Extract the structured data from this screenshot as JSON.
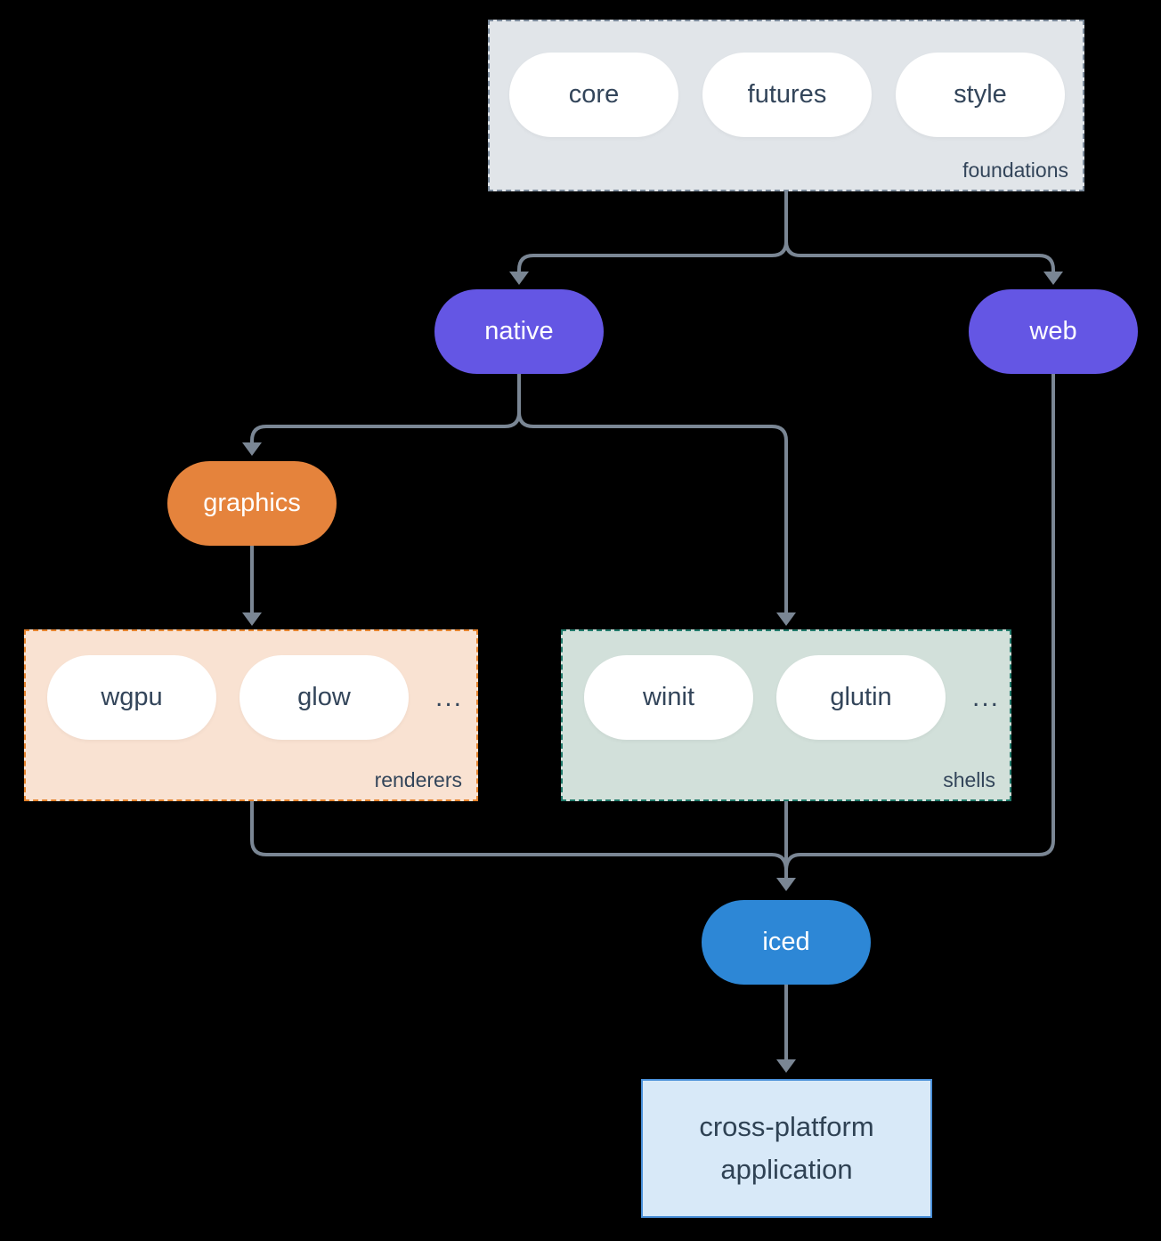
{
  "colors": {
    "background": "#000000",
    "connector": "#7a8694",
    "purple_pill": "#6456e4",
    "orange_pill": "#e5833c",
    "blue_pill": "#2d87d6",
    "foundations_fill": "#e1e5e9",
    "foundations_border": "#7b8a9b",
    "renderers_fill": "#f9e2d2",
    "renderers_border": "#e5832d",
    "shells_fill": "#d2e0da",
    "shells_border": "#20796a",
    "application_fill": "#d8e9f8",
    "application_border": "#4a90d9",
    "dark_text": "#33455a",
    "white_text": "#ffffff"
  },
  "groups": {
    "foundations": {
      "label": "foundations",
      "items": [
        "core",
        "futures",
        "style"
      ]
    },
    "renderers": {
      "label": "renderers",
      "items": [
        "wgpu",
        "glow"
      ],
      "more": "..."
    },
    "shells": {
      "label": "shells",
      "items": [
        "winit",
        "glutin"
      ],
      "more": "..."
    }
  },
  "nodes": {
    "native": {
      "label": "native"
    },
    "web": {
      "label": "web"
    },
    "graphics": {
      "label": "graphics"
    },
    "iced": {
      "label": "iced"
    },
    "application": {
      "lines": [
        "cross-platform",
        "application"
      ]
    }
  },
  "edges": [
    {
      "from": "foundations",
      "to": "native"
    },
    {
      "from": "foundations",
      "to": "web"
    },
    {
      "from": "native",
      "to": "graphics"
    },
    {
      "from": "native",
      "to": "shells"
    },
    {
      "from": "graphics",
      "to": "renderers"
    },
    {
      "from": "renderers",
      "to": "iced"
    },
    {
      "from": "shells",
      "to": "iced"
    },
    {
      "from": "web",
      "to": "iced"
    },
    {
      "from": "iced",
      "to": "application"
    }
  ]
}
